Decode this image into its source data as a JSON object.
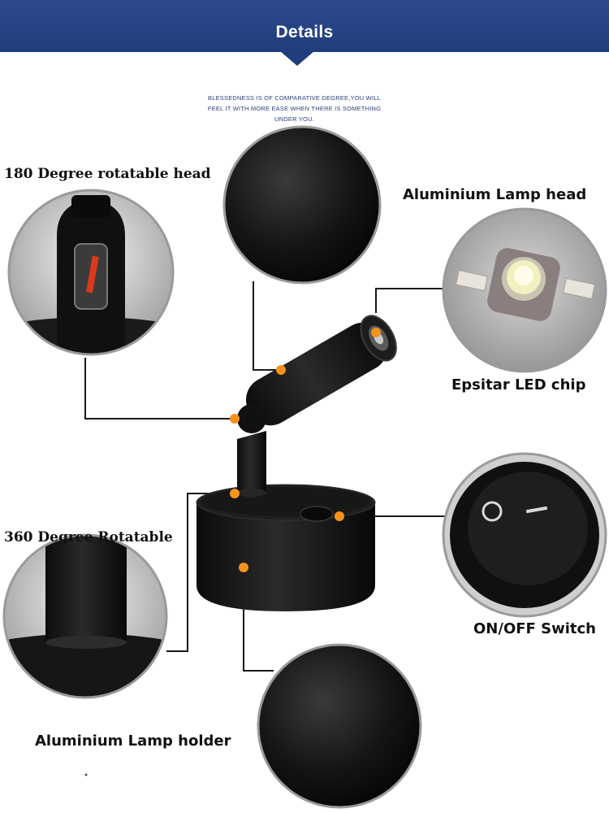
{
  "header": {
    "title": "Details"
  },
  "tagline": "BLESSEDNESS IS OF COMPARATIVE DEGREE,YOU WILL FEEL IT WITH MORE EASE WHEN THERE IS SOMETHING UNDER YOU.",
  "labels": {
    "rotatable_head": "180 Degree rotatable head",
    "lamp_head": "Aluminium Lamp head",
    "led_chip": "Epsitar LED chip",
    "rotatable_base": "360 Degree Rotatable",
    "switch": "ON/OFF Switch",
    "lamp_holder": "Aluminium Lamp holder"
  },
  "colors": {
    "header": "#203c7c",
    "marker": "#f5921e",
    "leader_line": "#1a1a1a",
    "lamp_body": "#141414"
  }
}
